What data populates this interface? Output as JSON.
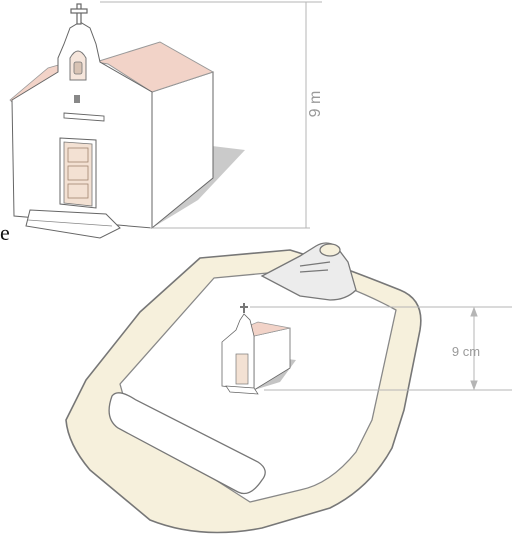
{
  "large_chapel": {
    "height_label": "9 m"
  },
  "small_chapel": {
    "height_label": "9 cm"
  },
  "edge_fragment": {
    "text": "e"
  },
  "colors": {
    "roof": "#f2d3c8",
    "wall": "#ffffff",
    "shadow": "#bdbdbd",
    "door": "#f3e1d3",
    "clipboard_frame": "#f6f0dc",
    "line": "#555555"
  }
}
